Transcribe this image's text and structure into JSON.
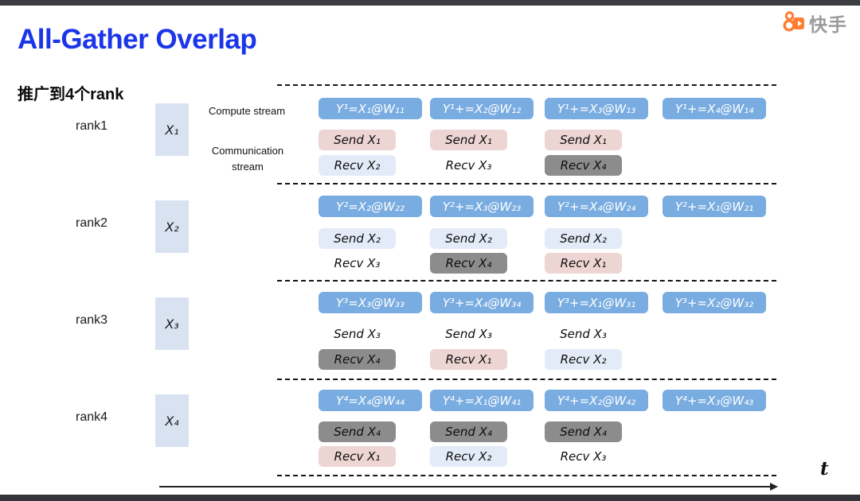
{
  "slide": {
    "title": "All-Gather Overlap",
    "subtitle": "推广到4个rank",
    "logo": {
      "brand": "快手",
      "icon": "kuaishou-camera-icon",
      "icon_color": "#FF7E33",
      "text_color": "#9A9A9A"
    },
    "stream_labels": {
      "compute": "Compute stream",
      "communication": "Communication stream"
    },
    "axis": {
      "label": "t"
    }
  },
  "colors": {
    "title": "#1B35E8",
    "compute_block": "#79ACE0",
    "compute_text": "#FFFFFF",
    "chip_x1": "#EDD5D3",
    "chip_x2": "#E3EBF8",
    "chip_x3": "transparent",
    "chip_x4": "#8C8C8C",
    "input_box": "#D8E2F1"
  },
  "ranks": [
    {
      "label": "rank1",
      "input": "X₁",
      "compute": [
        "Y¹=X₁@W₁₁",
        "Y¹+=X₂@W₁₂",
        "Y¹+=X₃@W₁₃",
        "Y¹+=X₄@W₁₄"
      ],
      "send": [
        "Send X₁",
        "Send X₁",
        "Send X₁"
      ],
      "recv": [
        "Recv X₂",
        "Recv X₃",
        "Recv X₄"
      ]
    },
    {
      "label": "rank2",
      "input": "X₂",
      "compute": [
        "Y²=X₂@W₂₂",
        "Y²+=X₃@W₂₃",
        "Y²+=X₄@W₂₄",
        "Y²+=X₁@W₂₁"
      ],
      "send": [
        "Send X₂",
        "Send X₂",
        "Send X₂"
      ],
      "recv": [
        "Recv X₃",
        "Recv X₄",
        "Recv X₁"
      ]
    },
    {
      "label": "rank3",
      "input": "X₃",
      "compute": [
        "Y³=X₃@W₃₃",
        "Y³+=X₄@W₃₄",
        "Y³+=X₁@W₃₁",
        "Y³+=X₂@W₃₂"
      ],
      "send": [
        "Send X₃",
        "Send X₃",
        "Send X₃"
      ],
      "recv": [
        "Recv X₄",
        "Recv X₁",
        "Recv X₂"
      ]
    },
    {
      "label": "rank4",
      "input": "X₄",
      "compute": [
        "Y⁴=X₄@W₄₄",
        "Y⁴+=X₁@W₄₁",
        "Y⁴+=X₂@W₄₂",
        "Y⁴+=X₃@W₄₃"
      ],
      "send": [
        "Send X₄",
        "Send X₄",
        "Send X₄"
      ],
      "recv": [
        "Recv X₁",
        "Recv X₂",
        "Recv X₃"
      ]
    }
  ]
}
